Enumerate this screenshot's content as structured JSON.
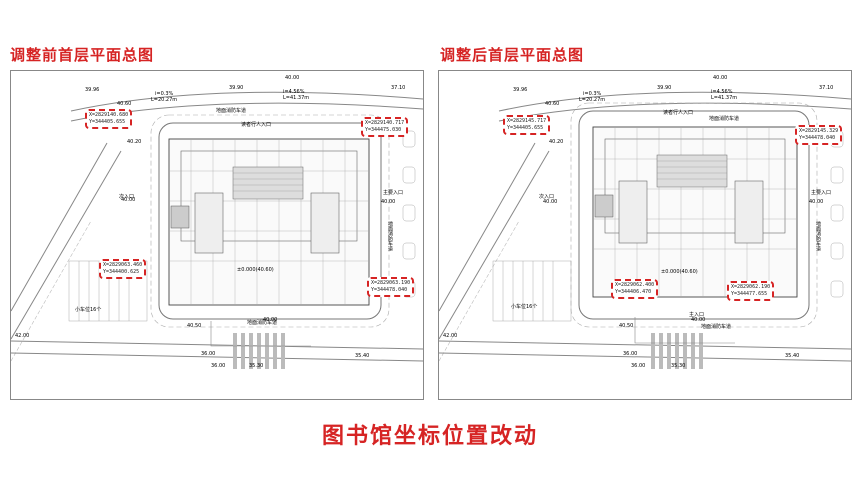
{
  "left": {
    "title": "调整前首层平面总图",
    "coords": [
      {
        "x": "X=2829140.680",
        "y": "Y=344405.655"
      },
      {
        "x": "X=2829140.717",
        "y": "Y=344475.030"
      },
      {
        "x": "X=2829063.460",
        "y": "Y=344400.625"
      },
      {
        "x": "X=2829063.190",
        "y": "Y=344478.040"
      }
    ],
    "labels": {
      "north_road": "地面消防车道",
      "south_road": "地面消防车道",
      "entrance_north": "读者行人入口",
      "entrance_west": "次入口",
      "entrance_east": "主要入口",
      "elev_center": "±0.000(40.60)",
      "parking": "小车位16个",
      "east_road": "地面消防车道"
    },
    "elevations": [
      "39.96",
      "39.90",
      "40.00",
      "37.10",
      "40.60",
      "40.20",
      "40.00",
      "40.00",
      "40.50",
      "40.00",
      "42.00",
      "36.00",
      "35.40",
      "36.00",
      "35.30"
    ],
    "road_notes": [
      "i=0.3%",
      "L=20.27m",
      "i=4.56%",
      "L=41.37m"
    ]
  },
  "right": {
    "title": "调整后首层平面总图",
    "coords": [
      {
        "x": "X=2829145.717",
        "y": "Y=344405.655"
      },
      {
        "x": "X=2829145.329",
        "y": "Y=344478.040"
      },
      {
        "x": "X=2829062.400",
        "y": "Y=344406.470"
      },
      {
        "x": "X=2829062.190",
        "y": "Y=344477.655"
      }
    ],
    "labels": {
      "north_road": "地面消防车道",
      "south_road": "地面消防车道",
      "entrance_north": "读者行人入口",
      "entrance_west": "次入口",
      "entrance_east": "主要入口",
      "entrance_south": "主入口",
      "elev_center": "±0.000(40.60)",
      "parking": "小车位16个",
      "east_road": "地面消防车道"
    },
    "elevations": [
      "39.96",
      "39.90",
      "40.00",
      "37.10",
      "40.60",
      "40.20",
      "40.00",
      "40.00",
      "40.50",
      "40.00",
      "42.00",
      "36.00",
      "35.40",
      "36.00",
      "35.30"
    ],
    "road_notes": [
      "i=0.3%",
      "L=20.27m",
      "i=4.56%",
      "L=41.37m"
    ]
  },
  "footer": "图书馆坐标位置改动",
  "colors": {
    "accent": "#d62424",
    "line": "#555555"
  }
}
